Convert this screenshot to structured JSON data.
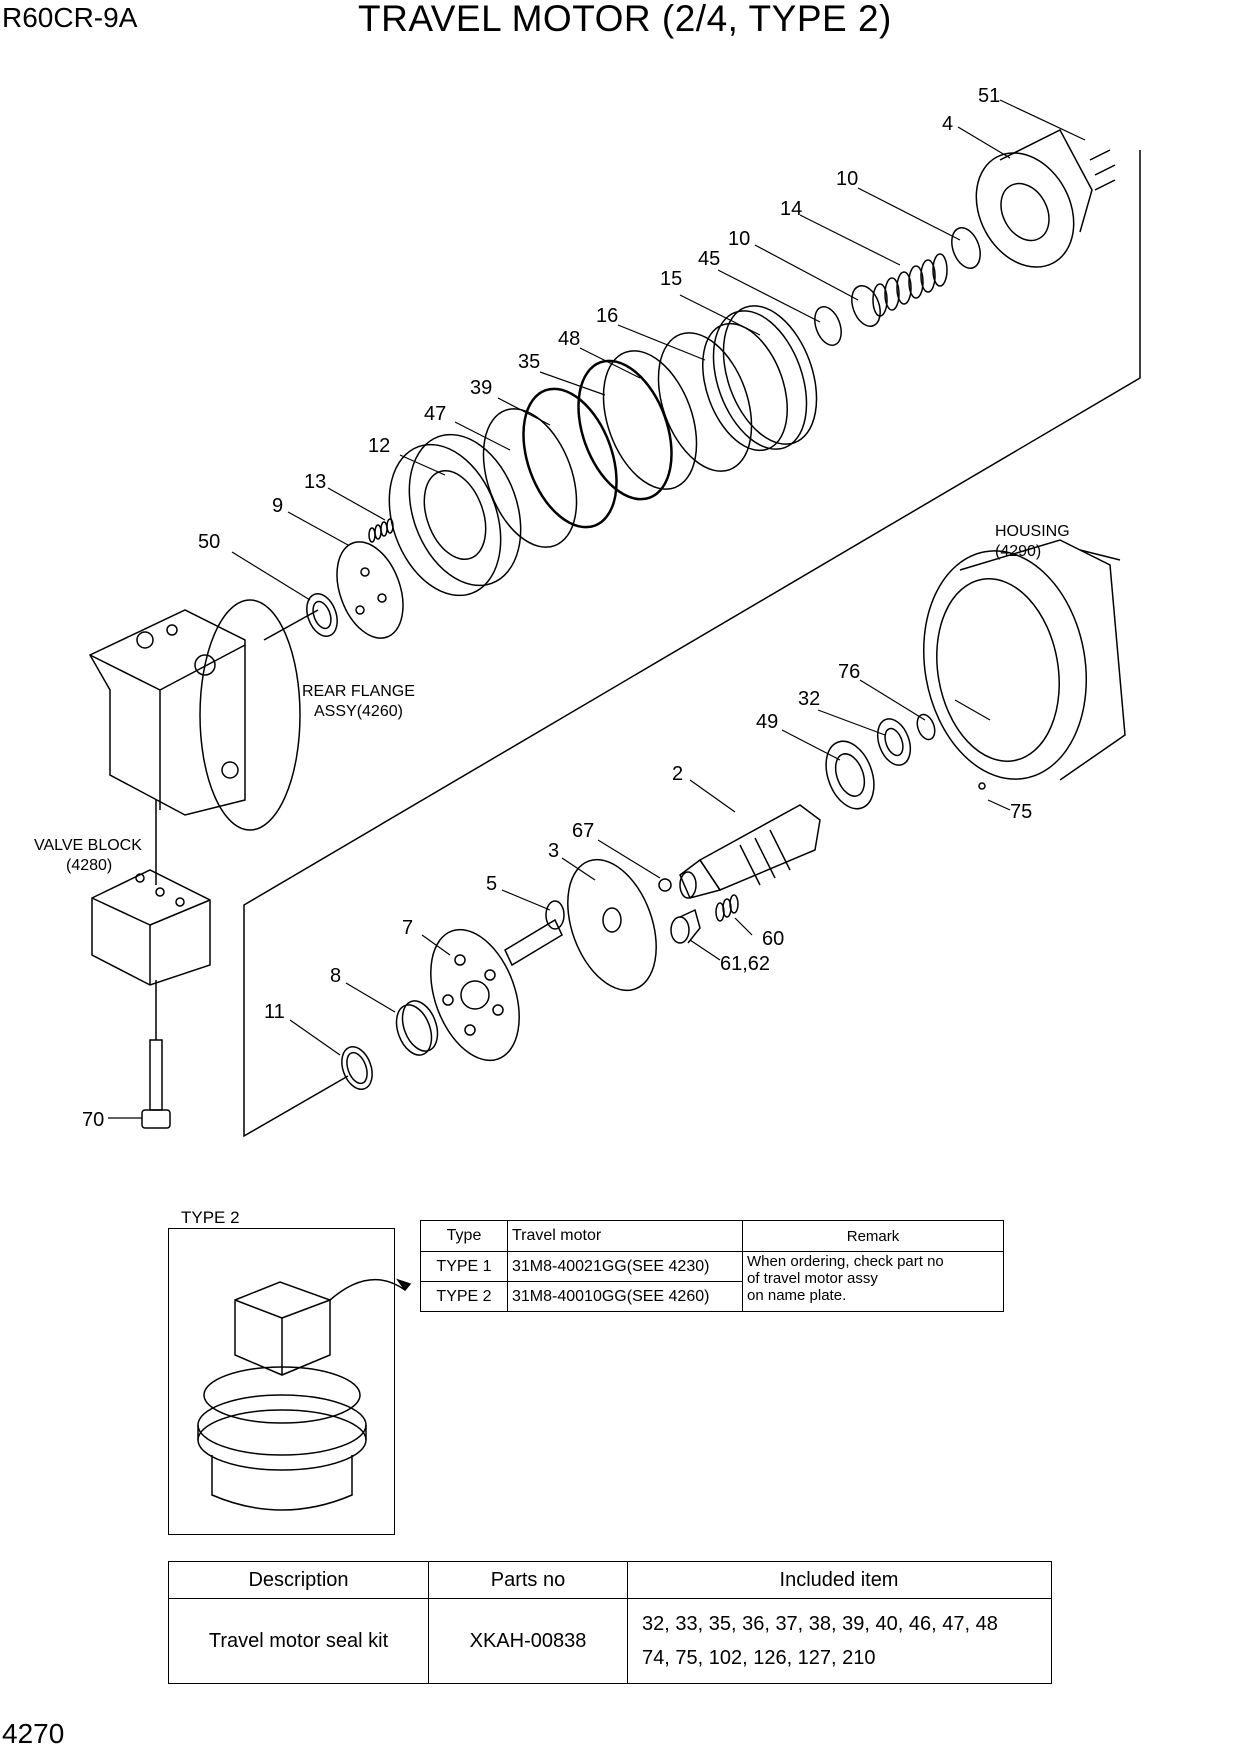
{
  "header": {
    "model": "R60CR-9A",
    "title": "TRAVEL MOTOR (2/4, TYPE 2)"
  },
  "page_number": "4270",
  "callouts": {
    "c51": "51",
    "c4": "4",
    "c10a": "10",
    "c14": "14",
    "c10b": "10",
    "c45": "45",
    "c15": "15",
    "c16": "16",
    "c48": "48",
    "c35": "35",
    "c39": "39",
    "c47": "47",
    "c12": "12",
    "c13": "13",
    "c9": "9",
    "c50": "50",
    "c76": "76",
    "c32": "32",
    "c49": "49",
    "c2": "2",
    "c75": "75",
    "c67": "67",
    "c3": "3",
    "c5": "5",
    "c60": "60",
    "c6162": "61,62",
    "c7": "7",
    "c8": "8",
    "c11": "11",
    "c70": "70"
  },
  "assemblies": {
    "housing": "HOUSING",
    "housing_ref": "(4290)",
    "rear_flange": "REAR FLANGE",
    "rear_flange_ref": "ASSY(4260)",
    "valve_block": "VALVE BLOCK",
    "valve_block_ref": "(4280)"
  },
  "type_box": {
    "label": "TYPE 2"
  },
  "type_table": {
    "headers": [
      "Type",
      "Travel motor",
      "Remark"
    ],
    "rows": [
      {
        "type": "TYPE 1",
        "motor": "31M8-40021GG(SEE 4230)"
      },
      {
        "type": "TYPE 2",
        "motor": "31M8-40010GG(SEE 4260)"
      }
    ],
    "remark": [
      "When ordering, check part no",
      "of travel motor assy",
      "on name plate."
    ]
  },
  "kit_table": {
    "headers": [
      "Description",
      "Parts no",
      "Included item"
    ],
    "description": "Travel motor seal kit",
    "parts_no": "XKAH-00838",
    "included": [
      "32, 33, 35, 36, 37, 38, 39, 40, 46, 47, 48",
      "74, 75, 102, 126, 127, 210"
    ]
  }
}
